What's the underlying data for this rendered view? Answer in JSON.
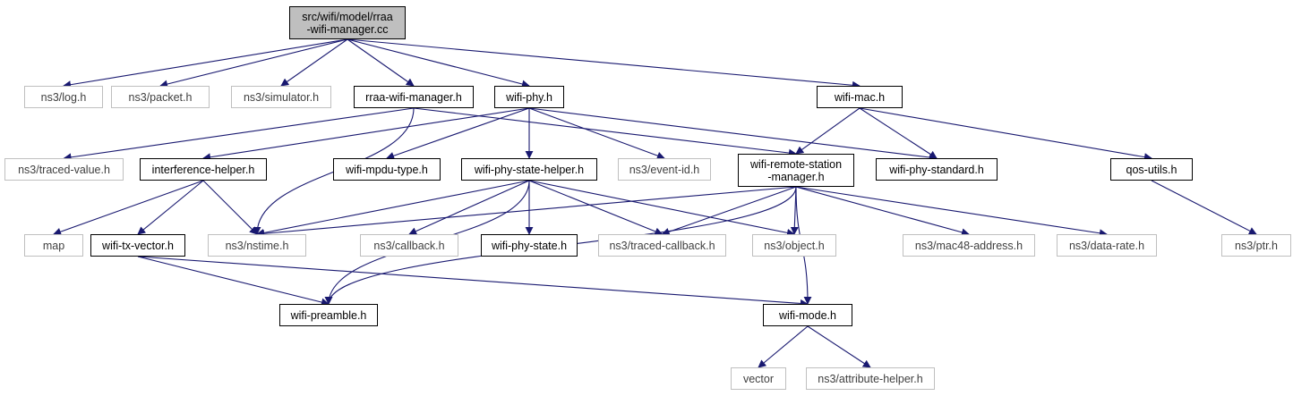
{
  "edge_color": "#191970",
  "nodes": [
    {
      "id": "rraa_cc",
      "lines": [
        "src/wifi/model/rraa",
        "-wifi-manager.cc"
      ],
      "kind": "root"
    },
    {
      "id": "log",
      "lines": [
        "ns3/log.h"
      ],
      "kind": "ext"
    },
    {
      "id": "packet",
      "lines": [
        "ns3/packet.h"
      ],
      "kind": "ext"
    },
    {
      "id": "simulator",
      "lines": [
        "ns3/simulator.h"
      ],
      "kind": "ext"
    },
    {
      "id": "rraa_h",
      "lines": [
        "rraa-wifi-manager.h"
      ],
      "kind": "solid"
    },
    {
      "id": "wifi_phy",
      "lines": [
        "wifi-phy.h"
      ],
      "kind": "solid"
    },
    {
      "id": "wifi_mac",
      "lines": [
        "wifi-mac.h"
      ],
      "kind": "solid"
    },
    {
      "id": "traced_value",
      "lines": [
        "ns3/traced-value.h"
      ],
      "kind": "ext"
    },
    {
      "id": "interference",
      "lines": [
        "interference-helper.h"
      ],
      "kind": "solid"
    },
    {
      "id": "mpdu_type",
      "lines": [
        "wifi-mpdu-type.h"
      ],
      "kind": "solid"
    },
    {
      "id": "phy_state_helper",
      "lines": [
        "wifi-phy-state-helper.h"
      ],
      "kind": "solid"
    },
    {
      "id": "event_id",
      "lines": [
        "ns3/event-id.h"
      ],
      "kind": "ext"
    },
    {
      "id": "remote_station",
      "lines": [
        "wifi-remote-station",
        "-manager.h"
      ],
      "kind": "solid"
    },
    {
      "id": "phy_standard",
      "lines": [
        "wifi-phy-standard.h"
      ],
      "kind": "solid"
    },
    {
      "id": "qos_utils",
      "lines": [
        "qos-utils.h"
      ],
      "kind": "solid"
    },
    {
      "id": "map",
      "lines": [
        "map"
      ],
      "kind": "ext"
    },
    {
      "id": "tx_vector",
      "lines": [
        "wifi-tx-vector.h"
      ],
      "kind": "solid"
    },
    {
      "id": "nstime",
      "lines": [
        "ns3/nstime.h"
      ],
      "kind": "ext"
    },
    {
      "id": "callback",
      "lines": [
        "ns3/callback.h"
      ],
      "kind": "ext"
    },
    {
      "id": "phy_state",
      "lines": [
        "wifi-phy-state.h"
      ],
      "kind": "solid"
    },
    {
      "id": "traced_callback",
      "lines": [
        "ns3/traced-callback.h"
      ],
      "kind": "ext"
    },
    {
      "id": "object",
      "lines": [
        "ns3/object.h"
      ],
      "kind": "ext"
    },
    {
      "id": "mac48",
      "lines": [
        "ns3/mac48-address.h"
      ],
      "kind": "ext"
    },
    {
      "id": "data_rate",
      "lines": [
        "ns3/data-rate.h"
      ],
      "kind": "ext"
    },
    {
      "id": "ptr",
      "lines": [
        "ns3/ptr.h"
      ],
      "kind": "ext"
    },
    {
      "id": "preamble",
      "lines": [
        "wifi-preamble.h"
      ],
      "kind": "solid"
    },
    {
      "id": "wifi_mode",
      "lines": [
        "wifi-mode.h"
      ],
      "kind": "solid"
    },
    {
      "id": "vector",
      "lines": [
        "vector"
      ],
      "kind": "ext"
    },
    {
      "id": "attribute_helper",
      "lines": [
        "ns3/attribute-helper.h"
      ],
      "kind": "ext"
    }
  ],
  "edges": [
    [
      "rraa_cc",
      "log"
    ],
    [
      "rraa_cc",
      "packet"
    ],
    [
      "rraa_cc",
      "simulator"
    ],
    [
      "rraa_cc",
      "rraa_h"
    ],
    [
      "rraa_cc",
      "wifi_phy"
    ],
    [
      "rraa_cc",
      "wifi_mac"
    ],
    [
      "rraa_h",
      "traced_value"
    ],
    [
      "rraa_h",
      "nstime"
    ],
    [
      "rraa_h",
      "remote_station"
    ],
    [
      "wifi_phy",
      "interference"
    ],
    [
      "wifi_phy",
      "mpdu_type"
    ],
    [
      "wifi_phy",
      "phy_state_helper"
    ],
    [
      "wifi_phy",
      "event_id"
    ],
    [
      "wifi_phy",
      "phy_standard"
    ],
    [
      "wifi_mac",
      "remote_station"
    ],
    [
      "wifi_mac",
      "phy_standard"
    ],
    [
      "wifi_mac",
      "qos_utils"
    ],
    [
      "interference",
      "map"
    ],
    [
      "interference",
      "tx_vector"
    ],
    [
      "interference",
      "nstime"
    ],
    [
      "phy_state_helper",
      "nstime"
    ],
    [
      "phy_state_helper",
      "preamble"
    ],
    [
      "phy_state_helper",
      "callback"
    ],
    [
      "phy_state_helper",
      "phy_state"
    ],
    [
      "phy_state_helper",
      "traced_callback"
    ],
    [
      "phy_state_helper",
      "object"
    ],
    [
      "remote_station",
      "nstime"
    ],
    [
      "remote_station",
      "preamble"
    ],
    [
      "remote_station",
      "traced_callback"
    ],
    [
      "remote_station",
      "object"
    ],
    [
      "remote_station",
      "mac48"
    ],
    [
      "remote_station",
      "data_rate"
    ],
    [
      "remote_station",
      "wifi_mode"
    ],
    [
      "qos_utils",
      "ptr"
    ],
    [
      "tx_vector",
      "preamble"
    ],
    [
      "tx_vector",
      "wifi_mode"
    ],
    [
      "wifi_mode",
      "vector"
    ],
    [
      "wifi_mode",
      "attribute_helper"
    ]
  ]
}
